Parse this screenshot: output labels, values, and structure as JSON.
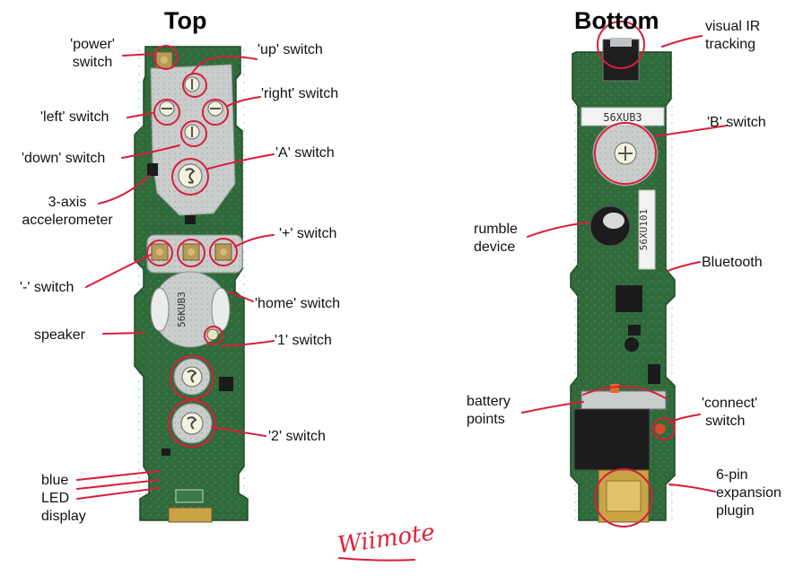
{
  "headings": {
    "top": "Top",
    "bottom": "Bottom"
  },
  "signature": "Wiimote",
  "labels_top": {
    "power": [
      "'power'",
      "switch"
    ],
    "up": "'up' switch",
    "right": "'right' switch",
    "left": "'left' switch",
    "down": "'down' switch",
    "a": "'A' switch",
    "accel": [
      "3-axis",
      "accelerometer"
    ],
    "plus": "'+' switch",
    "minus": "'-' switch",
    "home": "'home' switch",
    "speaker": "speaker",
    "one": "'1' switch",
    "two": "'2' switch",
    "led": [
      "blue",
      "LED",
      "display"
    ]
  },
  "labels_bottom": {
    "ir": [
      "visual IR",
      "tracking"
    ],
    "b": "'B' switch",
    "rumble": [
      "rumble",
      "device"
    ],
    "bluetooth": "Bluetooth",
    "battery": [
      "battery",
      "points"
    ],
    "connect": [
      "'connect'",
      "switch"
    ],
    "expansion": [
      "6-pin",
      "expansion",
      "plugin"
    ]
  },
  "board_markings": {
    "top_serial": "56KUB3",
    "bottom_serial_1": "56XUB3",
    "bottom_serial_2": "56XU101"
  },
  "colors": {
    "annotation": "#d81e3a",
    "pcb": "#2f6b3a",
    "shield": "#c9cdcc"
  }
}
